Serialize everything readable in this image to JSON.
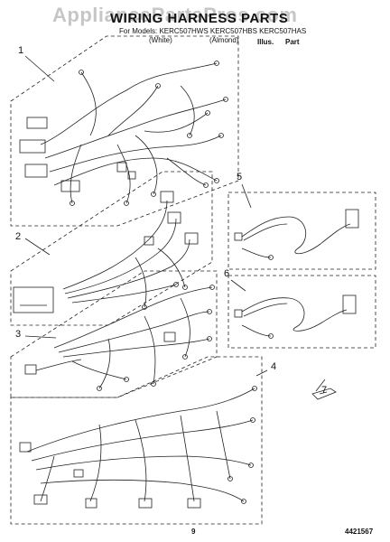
{
  "watermark": "AppliancePartsPros.com",
  "header": {
    "title": "WIRING HARNESS PARTS",
    "subtitle_line1": "For Models: KERC507HWS KERC507HBS KERC507HAS",
    "subtitle_line2_left": "(White)",
    "subtitle_line2_right": "(Almond)",
    "col_illus": "Illus.",
    "col_part": "Part"
  },
  "callouts": [
    "1",
    "2",
    "3",
    "4",
    "5",
    "6",
    "7"
  ],
  "footer": {
    "page_number": "9",
    "doc_number": "4421567"
  }
}
